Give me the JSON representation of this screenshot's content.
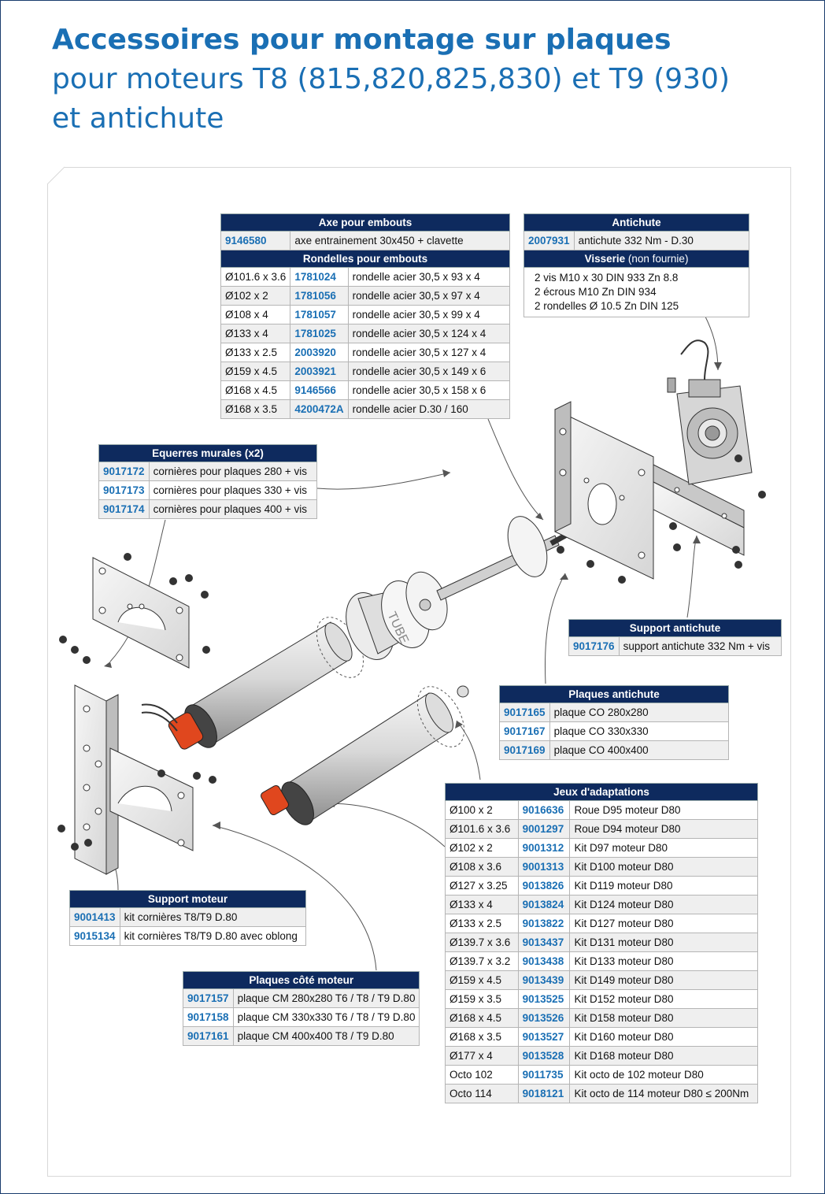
{
  "title": {
    "line1": "Accessoires pour montage sur plaques",
    "line2": "pour moteurs T8 (815,820,825,830) et T9 (930)",
    "line3": "et antichute"
  },
  "axe": {
    "header": "Axe pour embouts",
    "code": "9146580",
    "desc": "axe entrainement 30x450 + clavette"
  },
  "rondelles": {
    "header": "Rondelles pour embouts",
    "rows": [
      {
        "dim": "Ø101.6 x 3.6",
        "code": "1781024",
        "desc": "rondelle acier 30,5 x 93 x 4"
      },
      {
        "dim": "Ø102 x 2",
        "code": "1781056",
        "desc": "rondelle acier 30,5 x 97 x 4"
      },
      {
        "dim": "Ø108 x 4",
        "code": "1781057",
        "desc": "rondelle acier 30,5 x 99 x 4"
      },
      {
        "dim": "Ø133 x 4",
        "code": "1781025",
        "desc": "rondelle acier 30,5 x 124 x 4"
      },
      {
        "dim": "Ø133 x 2.5",
        "code": "2003920",
        "desc": "rondelle acier 30,5 x 127 x 4"
      },
      {
        "dim": "Ø159 x 4.5",
        "code": "2003921",
        "desc": "rondelle acier 30,5 x 149 x 6"
      },
      {
        "dim": "Ø168 x 4.5",
        "code": "9146566",
        "desc": "rondelle acier 30,5 x 158 x 6"
      },
      {
        "dim": "Ø168 x 3.5",
        "code": "4200472A",
        "desc": "rondelle acier D.30 / 160"
      }
    ]
  },
  "antichute": {
    "header": "Antichute",
    "code": "2007931",
    "desc": "antichute 332 Nm - D.30",
    "visserie_header": "Visserie",
    "visserie_note": "(non fournie)",
    "visserie_lines": [
      "2 vis M10 x 30 DIN 933 Zn 8.8",
      "2 écrous M10 Zn DIN 934",
      "2 rondelles Ø 10.5 Zn DIN 125"
    ]
  },
  "equerres": {
    "header": "Equerres murales (x2)",
    "rows": [
      {
        "code": "9017172",
        "desc": "cornières pour plaques 280 + vis"
      },
      {
        "code": "9017173",
        "desc": "cornières pour plaques 330 + vis"
      },
      {
        "code": "9017174",
        "desc": "cornières pour plaques 400 + vis"
      }
    ]
  },
  "support_antichute": {
    "header": "Support antichute",
    "code": "9017176",
    "desc": "support antichute 332 Nm + vis"
  },
  "plaques_antichute": {
    "header": "Plaques antichute",
    "rows": [
      {
        "code": "9017165",
        "desc": "plaque CO 280x280"
      },
      {
        "code": "9017167",
        "desc": "plaque CO 330x330"
      },
      {
        "code": "9017169",
        "desc": "plaque CO 400x400"
      }
    ]
  },
  "jeux": {
    "header": "Jeux d'adaptations",
    "rows": [
      {
        "dim": "Ø100 x 2",
        "code": "9016636",
        "desc": "Roue D95 moteur D80"
      },
      {
        "dim": "Ø101.6 x 3.6",
        "code": "9001297",
        "desc": "Roue D94 moteur D80"
      },
      {
        "dim": "Ø102 x 2",
        "code": "9001312",
        "desc": "Kit D97  moteur D80"
      },
      {
        "dim": "Ø108 x 3.6",
        "code": "9001313",
        "desc": "Kit D100 moteur D80"
      },
      {
        "dim": "Ø127 x 3.25",
        "code": "9013826",
        "desc": "Kit D119 moteur D80"
      },
      {
        "dim": "Ø133 x 4",
        "code": "9013824",
        "desc": "Kit D124 moteur D80"
      },
      {
        "dim": "Ø133 x 2.5",
        "code": "9013822",
        "desc": "Kit D127 moteur D80"
      },
      {
        "dim": "Ø139.7 x 3.6",
        "code": "9013437",
        "desc": "Kit D131 moteur D80"
      },
      {
        "dim": "Ø139.7 x 3.2",
        "code": "9013438",
        "desc": "Kit D133 moteur D80"
      },
      {
        "dim": "Ø159 x 4.5",
        "code": "9013439",
        "desc": "Kit D149 moteur D80"
      },
      {
        "dim": "Ø159 x 3.5",
        "code": "9013525",
        "desc": "Kit D152 moteur D80"
      },
      {
        "dim": "Ø168 x 4.5",
        "code": "9013526",
        "desc": "Kit D158 moteur D80"
      },
      {
        "dim": "Ø168 x 3.5",
        "code": "9013527",
        "desc": "Kit D160 moteur D80"
      },
      {
        "dim": "Ø177 x 4",
        "code": "9013528",
        "desc": "Kit D168 moteur D80"
      },
      {
        "dim": "Octo 102",
        "code": "9011735",
        "desc": "Kit octo de 102 moteur D80"
      },
      {
        "dim": "Octo 114",
        "code": "9018121",
        "desc": "Kit octo de 114 moteur D80 ≤ 200Nm"
      }
    ]
  },
  "support_moteur": {
    "header": "Support moteur",
    "rows": [
      {
        "code": "9001413",
        "desc": "kit cornières T8/T9 D.80"
      },
      {
        "code": "9015134",
        "desc": "kit cornières T8/T9 D.80 avec oblong"
      }
    ]
  },
  "plaques_moteur": {
    "header": "Plaques côté moteur",
    "rows": [
      {
        "code": "9017157",
        "desc": "plaque CM 280x280 T6 / T8 / T9 D.80"
      },
      {
        "code": "9017158",
        "desc": "plaque CM 330x330 T6 / T8 / T9 D.80"
      },
      {
        "code": "9017161",
        "desc": "plaque CM 400x400 T8 / T9 D.80"
      }
    ]
  },
  "illustration": {
    "tube_label": "TUBE"
  }
}
